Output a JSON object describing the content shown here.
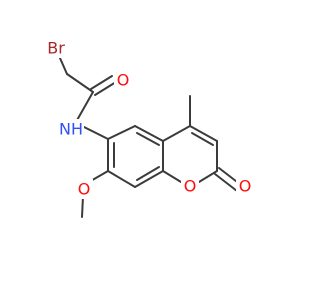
{
  "molecule": {
    "atoms": [
      {
        "id": "br",
        "symbol": "Br",
        "color": "#a52a2a"
      },
      {
        "id": "o1",
        "symbol": "O",
        "color": "#ff0d0d"
      },
      {
        "id": "n",
        "symbol": "NH",
        "color": "#3050f8"
      },
      {
        "id": "o2",
        "symbol": "O",
        "color": "#ff0d0d"
      },
      {
        "id": "o3",
        "symbol": "O",
        "color": "#ff0d0d"
      },
      {
        "id": "o4",
        "symbol": "O",
        "color": "#ff0d0d"
      }
    ],
    "bond_color": "#3b3b3b"
  }
}
